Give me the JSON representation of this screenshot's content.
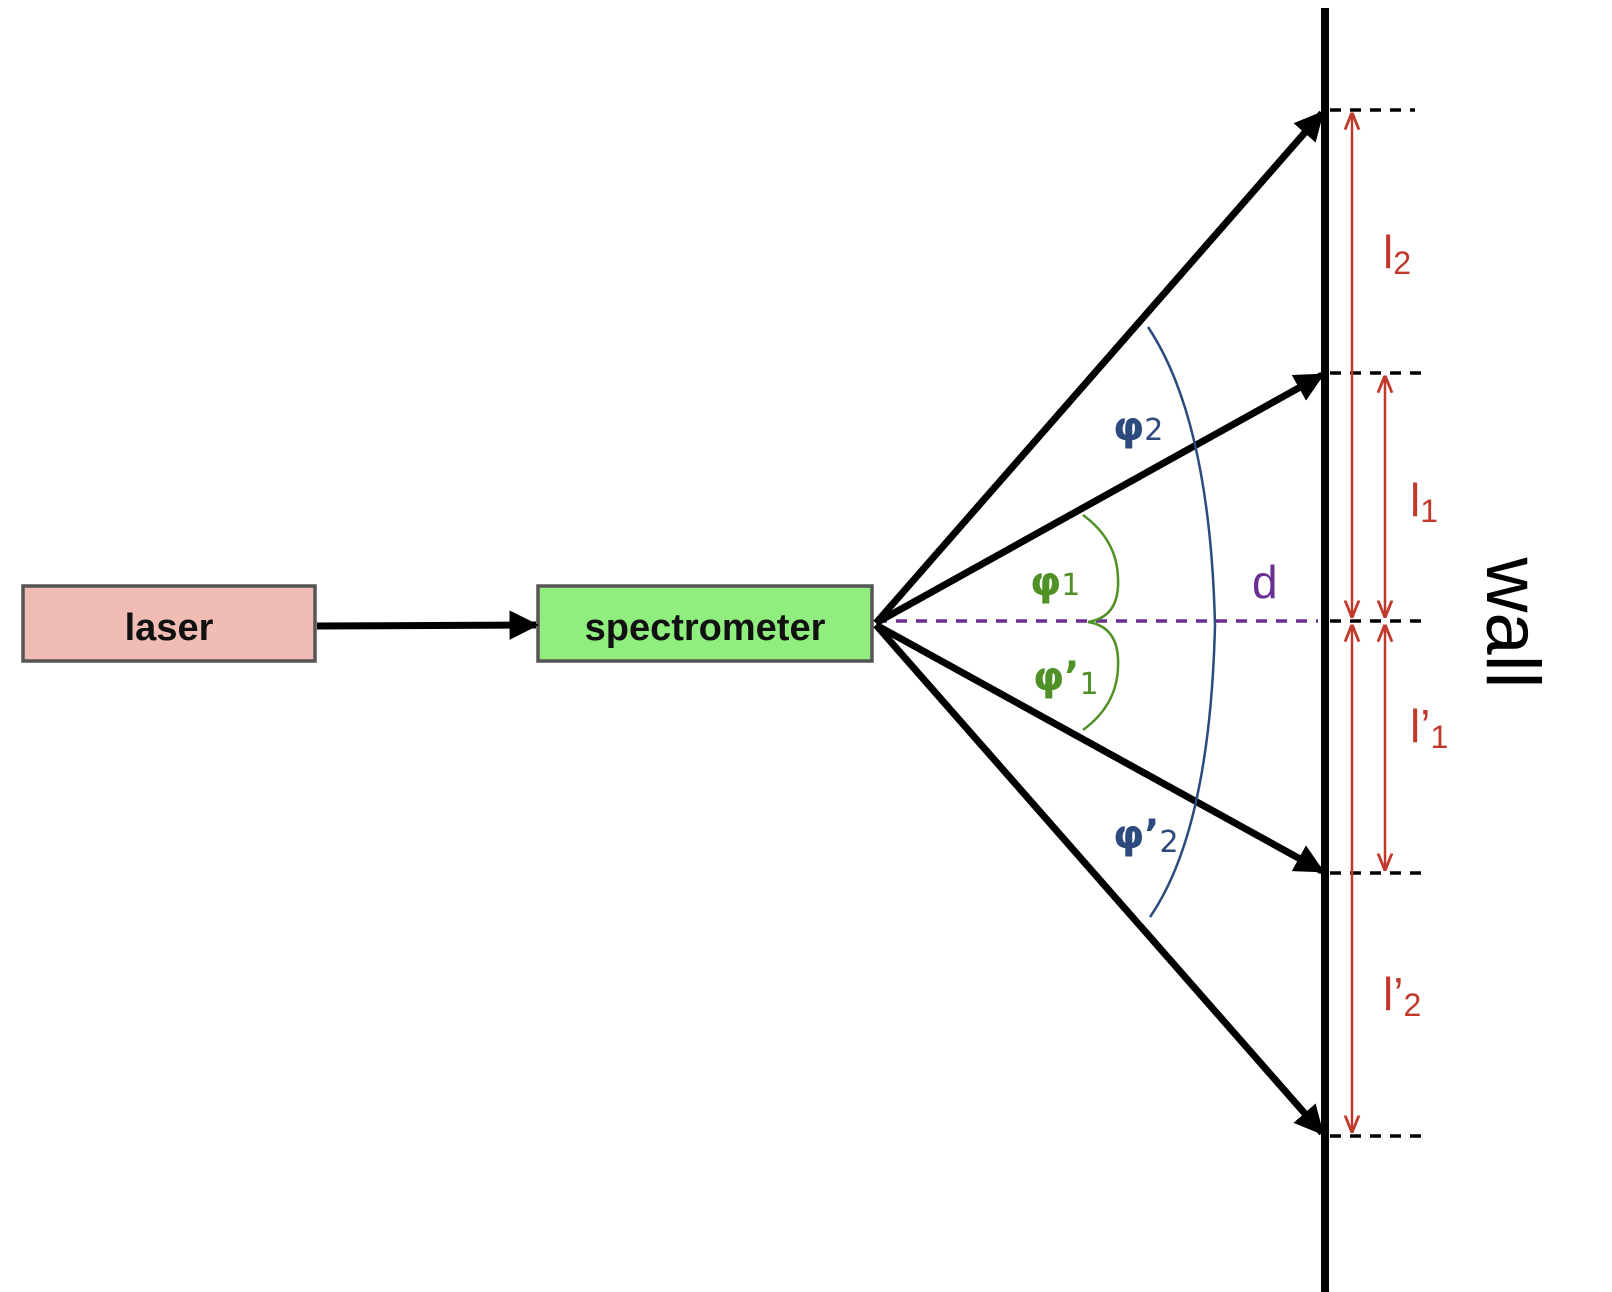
{
  "boxes": {
    "laser": {
      "label": "laser",
      "fill": "#f1bcb4"
    },
    "spectrometer": {
      "label": "spectrometer",
      "fill": "#90ee7e"
    }
  },
  "wall": {
    "label": "wall"
  },
  "distance": {
    "label": "d",
    "color": "#6a2f92"
  },
  "angles": {
    "phi2": {
      "symbol": "φ",
      "sub": "2",
      "color": "#2c4a7c"
    },
    "phi1": {
      "symbol": "φ",
      "sub": "1",
      "color": "#4f9127"
    },
    "phi1p": {
      "symbol": "φ’",
      "sub": "1",
      "color": "#4f9127"
    },
    "phi2p": {
      "symbol": "φ’",
      "sub": "2",
      "color": "#2c4a7c"
    }
  },
  "lengths": {
    "l2": {
      "symbol": "l",
      "sub": "2",
      "color": "#c0392b"
    },
    "l1": {
      "symbol": "l",
      "sub": "1",
      "color": "#c0392b"
    },
    "l1p": {
      "symbol": "l’",
      "sub": "1",
      "color": "#c0392b"
    },
    "l2p": {
      "symbol": "l’",
      "sub": "2",
      "color": "#c0392b"
    }
  }
}
